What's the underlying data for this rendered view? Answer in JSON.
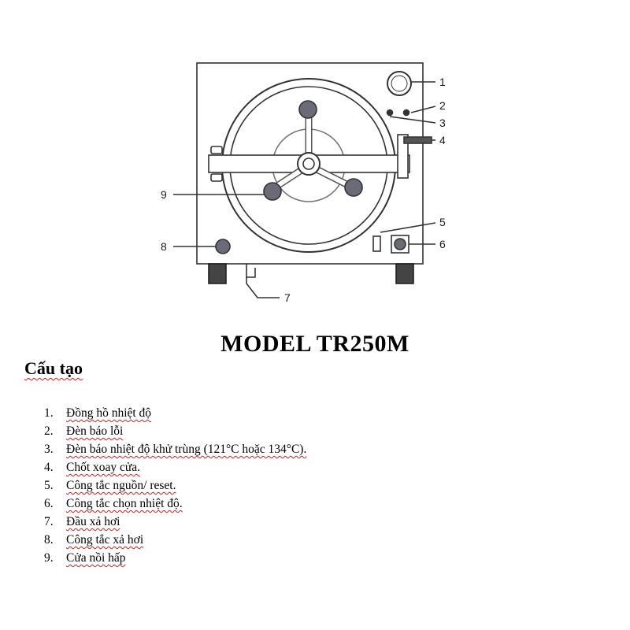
{
  "diagram": {
    "callouts": [
      "1",
      "2",
      "3",
      "4",
      "5",
      "6",
      "7",
      "8",
      "9"
    ]
  },
  "model_title": "MODEL TR250M",
  "section_heading": "Cấu tạo",
  "parts": [
    {
      "num": "1.",
      "text": "Đồng hồ nhiệt độ"
    },
    {
      "num": "2.",
      "text": "Đèn báo lỗi"
    },
    {
      "num": "3.",
      "text": "Đèn báo nhiệt độ khử trùng (121°C hoặc 134°C)."
    },
    {
      "num": "4.",
      "text": "Chốt xoay cửa."
    },
    {
      "num": "5.",
      "text": "Công tắc nguồn/ reset."
    },
    {
      "num": "6.",
      "text": "Công tắc chọn nhiệt độ."
    },
    {
      "num": "7.",
      "text": "Đầu xả hơi"
    },
    {
      "num": "8.",
      "text": "Công tắc xả hơi"
    },
    {
      "num": "9.",
      "text": "Cửa nồi hấp"
    }
  ]
}
